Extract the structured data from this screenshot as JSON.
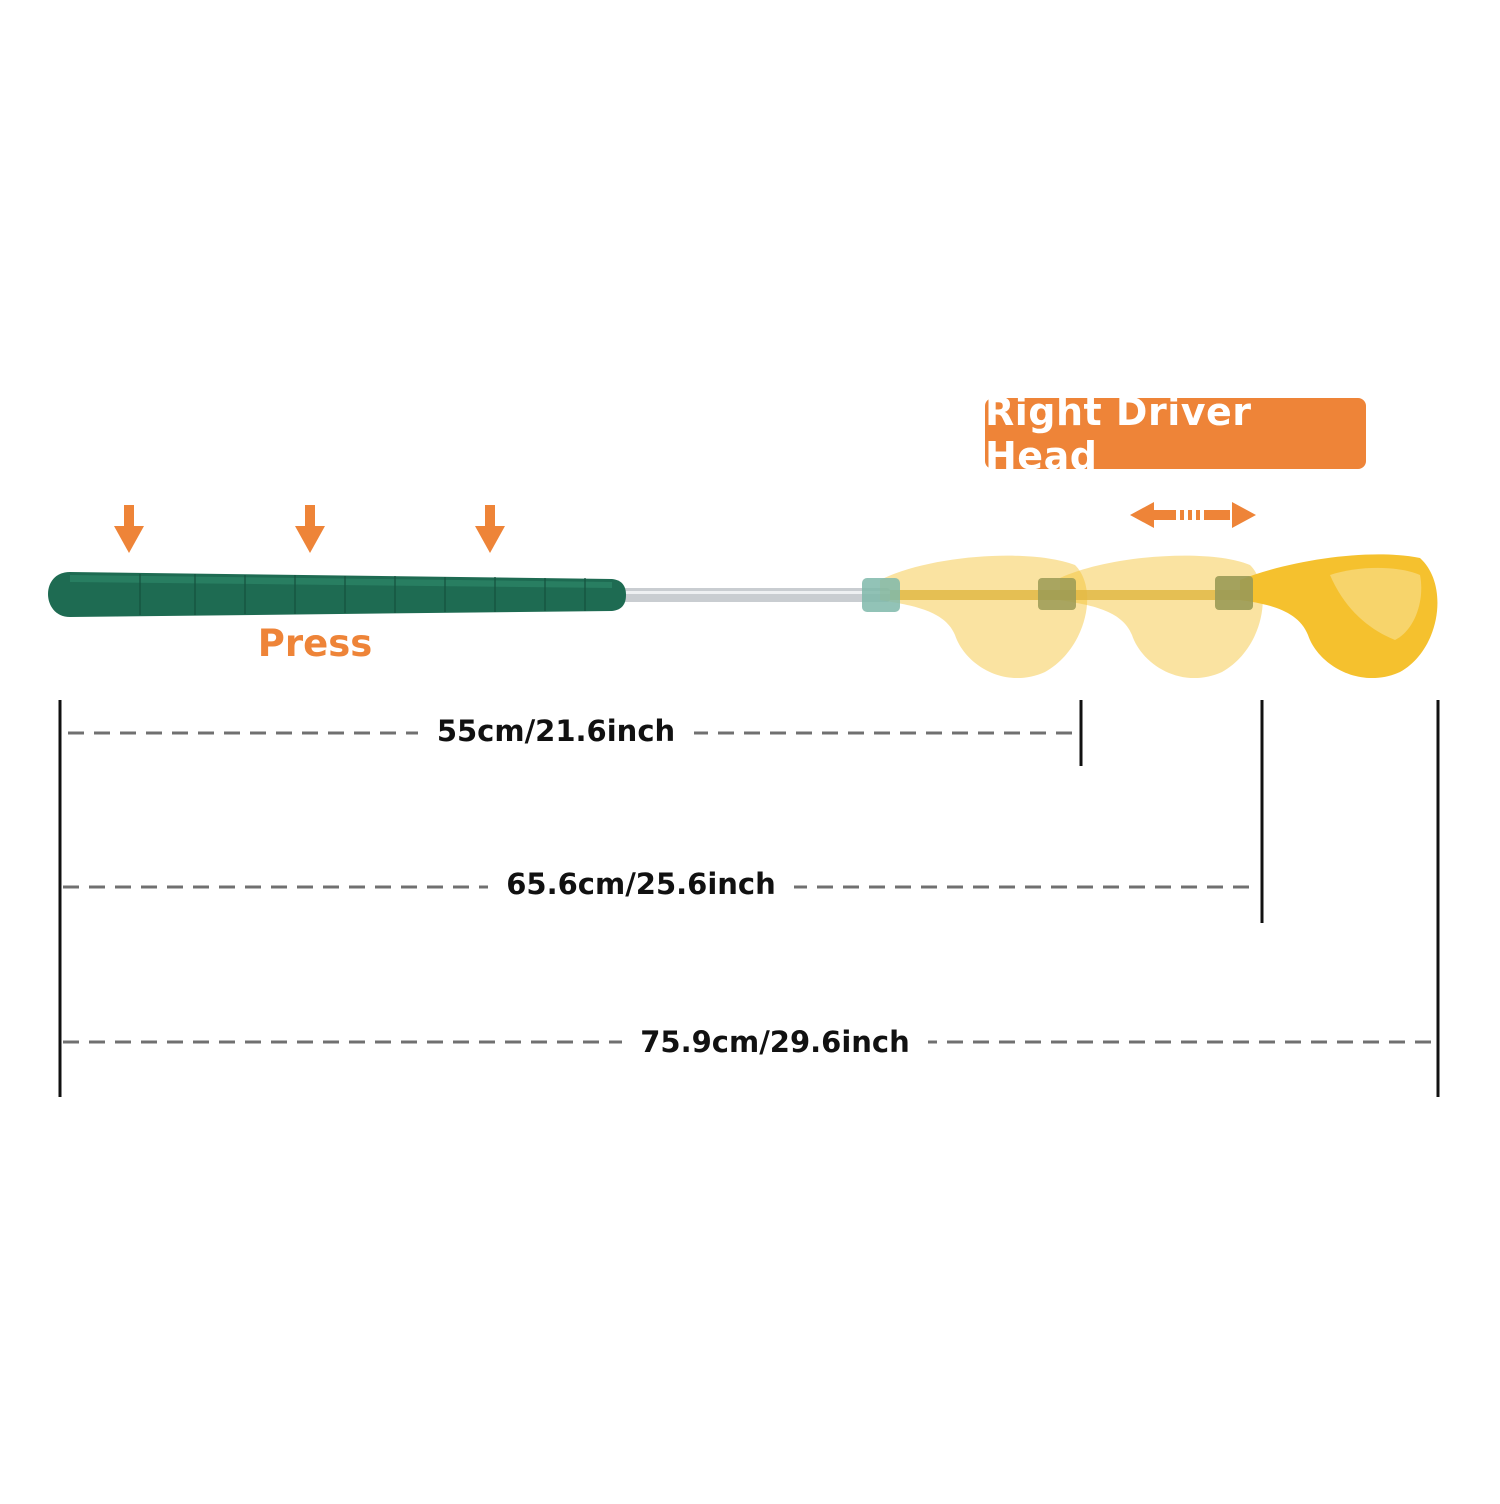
{
  "colors": {
    "accent": "#EE8438",
    "grip": "#1E6B52",
    "grip_dark": "#15513D",
    "head": "#F5C12E",
    "head_ghost": "#F8DC86",
    "shaft": "#C9CDD1",
    "dim_line": "#707070",
    "text": "#111111"
  },
  "badge": {
    "label": "Right Driver Head"
  },
  "grip": {
    "press_label": "Press"
  },
  "dimensions": [
    {
      "label": "55cm/21.6inch"
    },
    {
      "label": "65.6cm/25.6inch"
    },
    {
      "label": "75.9cm/29.6inch"
    }
  ]
}
